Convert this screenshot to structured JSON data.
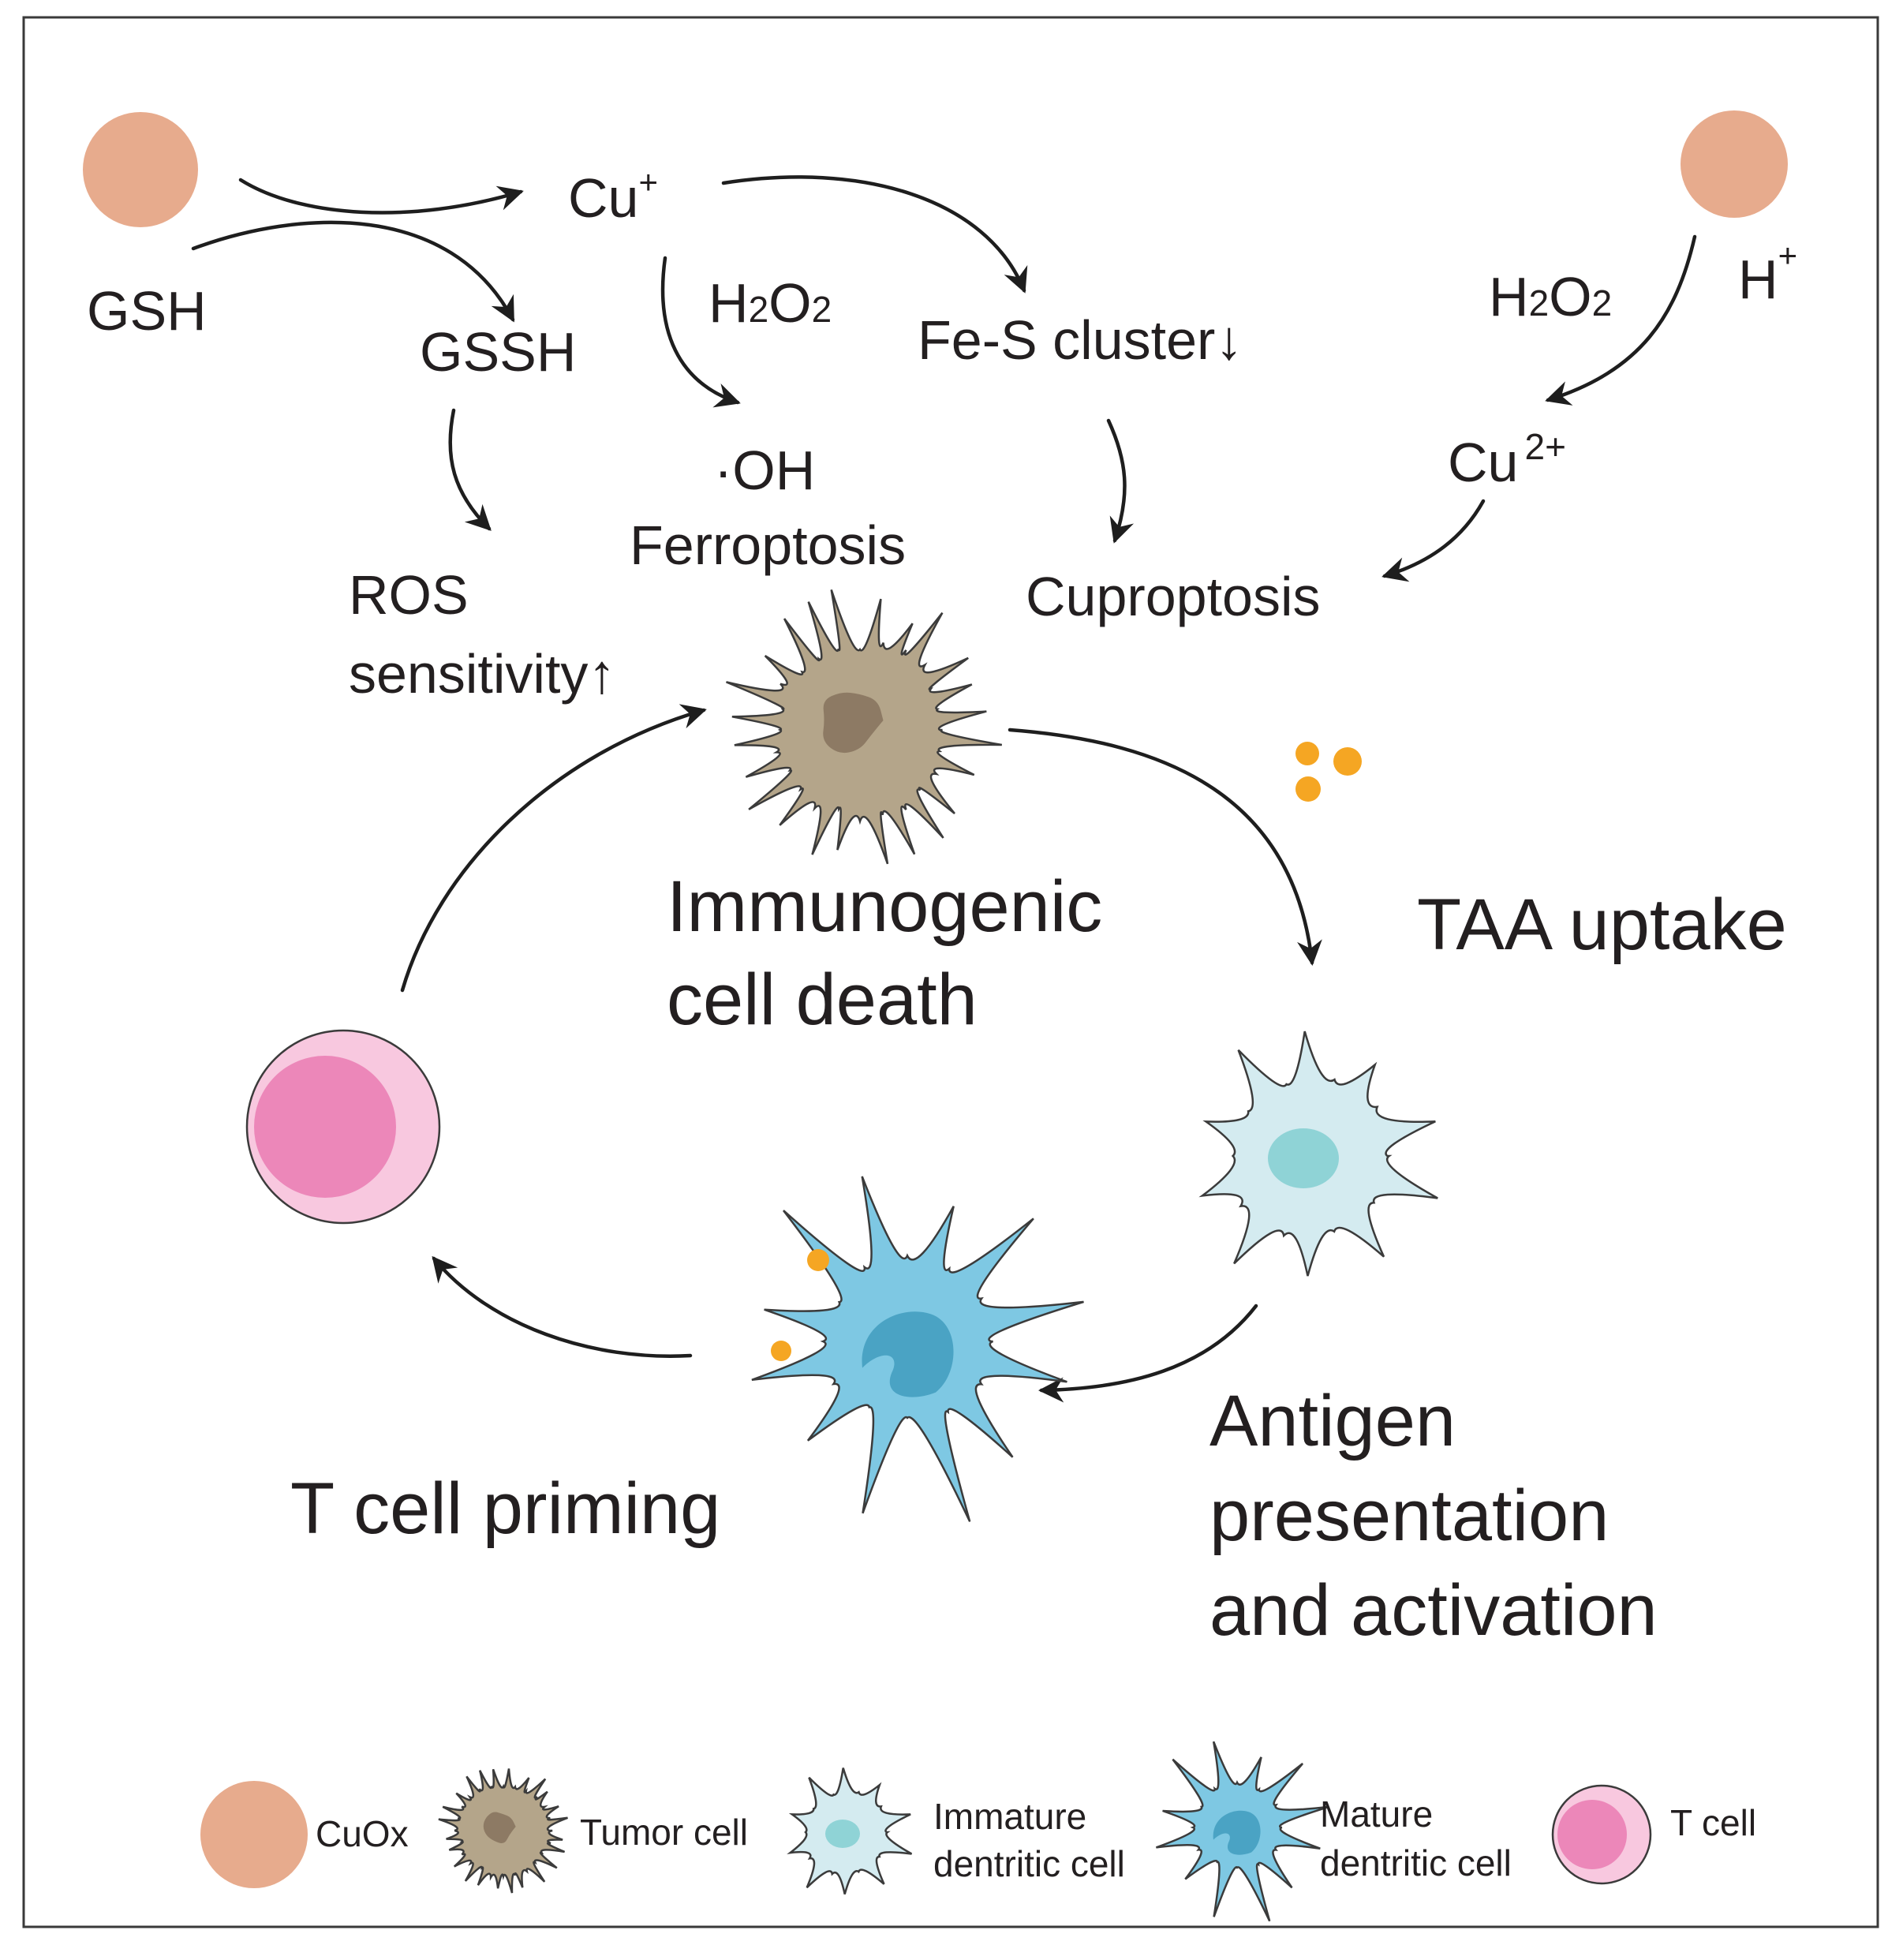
{
  "colors": {
    "cuox": "#e7ab8d",
    "tumor_cell": "#b4a58a",
    "tumor_nucleus": "#8d7a64",
    "immature_dc": "#d4ebf0",
    "immature_dc_nucleus": "#8fd3d6",
    "mature_dc": "#7ec8e3",
    "mature_dc_nucleus": "#4aa3c4",
    "t_cell_outer": "#f8c8df",
    "t_cell_inner": "#ec87b9",
    "antigen": "#f5a623"
  },
  "labels": {
    "gsh": "GSH",
    "cu_plus": "Cu",
    "cu_plus_sup": "+",
    "gssh": "GSSH",
    "h2o2_left_h": "H",
    "h2o2_left_sub2": "2",
    "h2o2_left_o": "O",
    "h2o2_left_sub2b": "2",
    "fes_cluster": "Fe-S cluster↓",
    "h2o2_right_h": "H",
    "h2o2_right_sub2": "2",
    "h2o2_right_o": "O",
    "h2o2_right_sub2b": "2",
    "h_plus": "H",
    "h_plus_sup": "+",
    "cu2_plus": "Cu",
    "cu2_plus_sup": "2+",
    "oh_radical": "·OH",
    "ferroptosis": "Ferroptosis",
    "ros_line1": "ROS",
    "ros_line2": "sensitivity↑",
    "cuproptosis": "Cuproptosis",
    "icd_line1": "Immunogenic",
    "icd_line2": "cell death",
    "taa_uptake": "TAA uptake",
    "antigen_line1": "Antigen",
    "antigen_line2": "presentation",
    "antigen_line3": "and activation",
    "t_cell_priming": "T cell priming"
  },
  "legend": {
    "cuox": "CuOx",
    "tumor_cell": "Tumor cell",
    "immature_dc_line1": "Immature",
    "immature_dc_line2": "dentritic cell",
    "mature_dc_line1": "Mature",
    "mature_dc_line2": "dentritic cell",
    "t_cell": "T cell"
  }
}
